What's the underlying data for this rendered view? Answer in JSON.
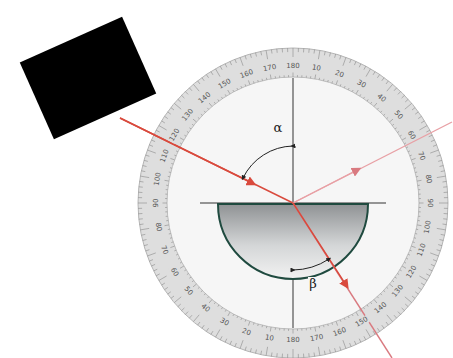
{
  "diagram": {
    "labels": [
      "10",
      "20",
      "30",
      "40",
      "50",
      "60",
      "70",
      "80",
      "90",
      "100",
      "110",
      "120",
      "130",
      "140",
      "150",
      "160",
      "170",
      "180",
      "10",
      "20",
      "30",
      "40",
      "50",
      "60",
      "70",
      "80",
      "90",
      "100",
      "110",
      "120",
      "130",
      "140",
      "150",
      "160",
      "170",
      "180",
      "α",
      "β"
    ]
  }
}
